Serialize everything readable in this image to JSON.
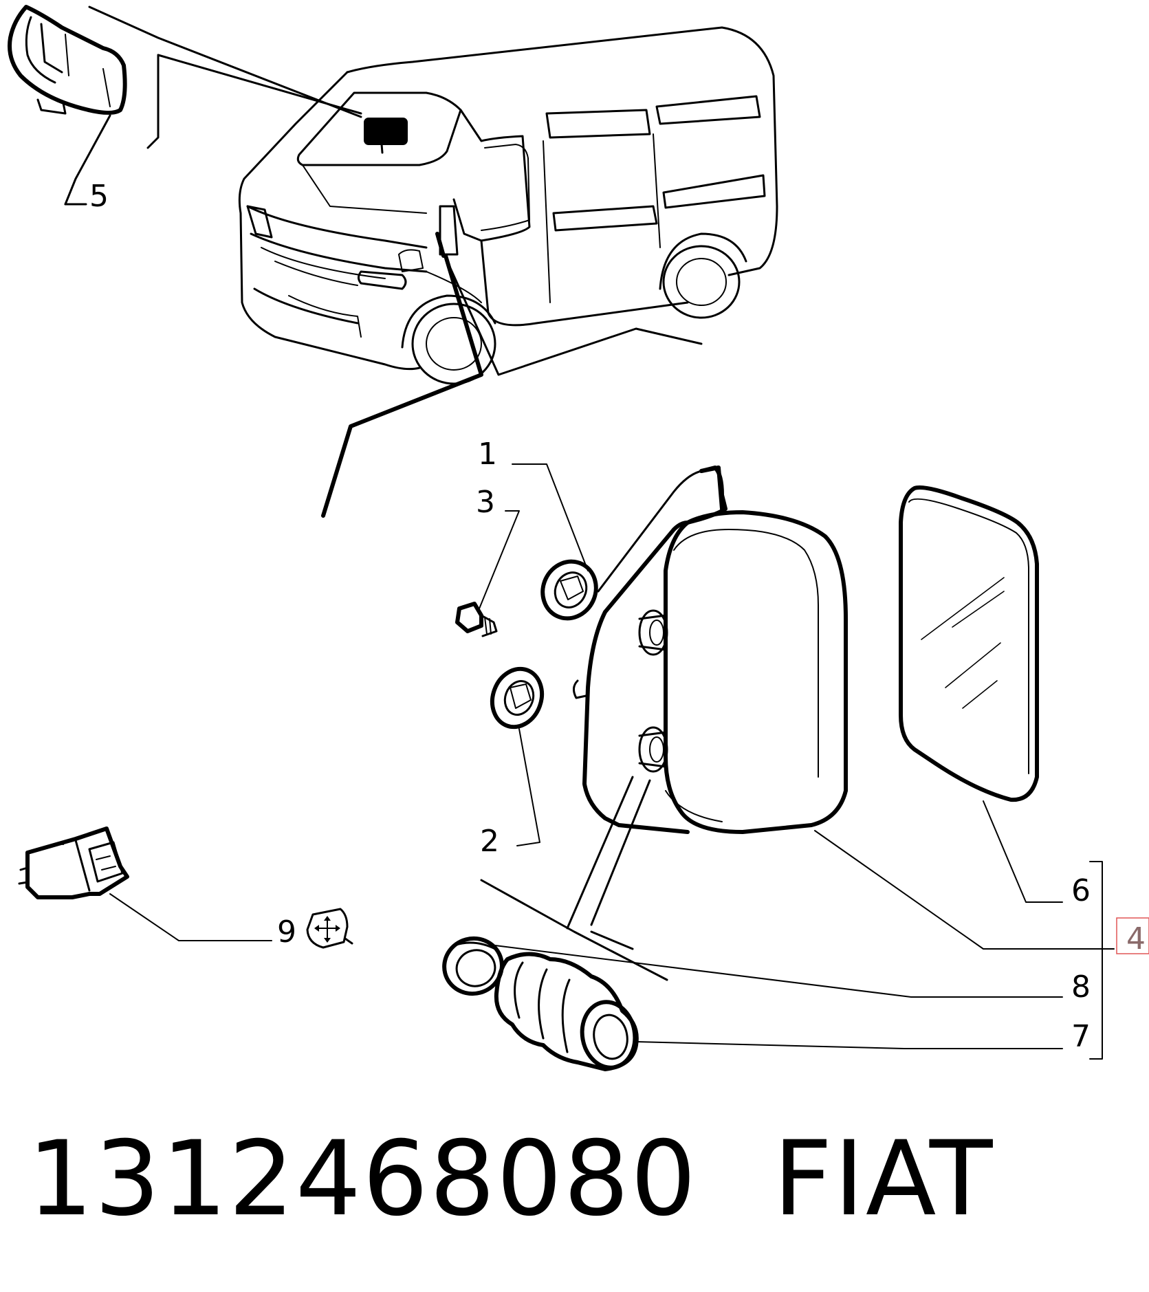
{
  "callouts": {
    "c1": "1",
    "c2": "2",
    "c3": "3",
    "c4": "4",
    "c5": "5",
    "c6": "6",
    "c7": "7",
    "c8": "8",
    "c9": "9"
  },
  "caption": {
    "part_number": "1312468080",
    "brand": "FIAT"
  },
  "colors": {
    "line": "#000000",
    "highlight_box": "#e05555",
    "background": "#ffffff"
  }
}
